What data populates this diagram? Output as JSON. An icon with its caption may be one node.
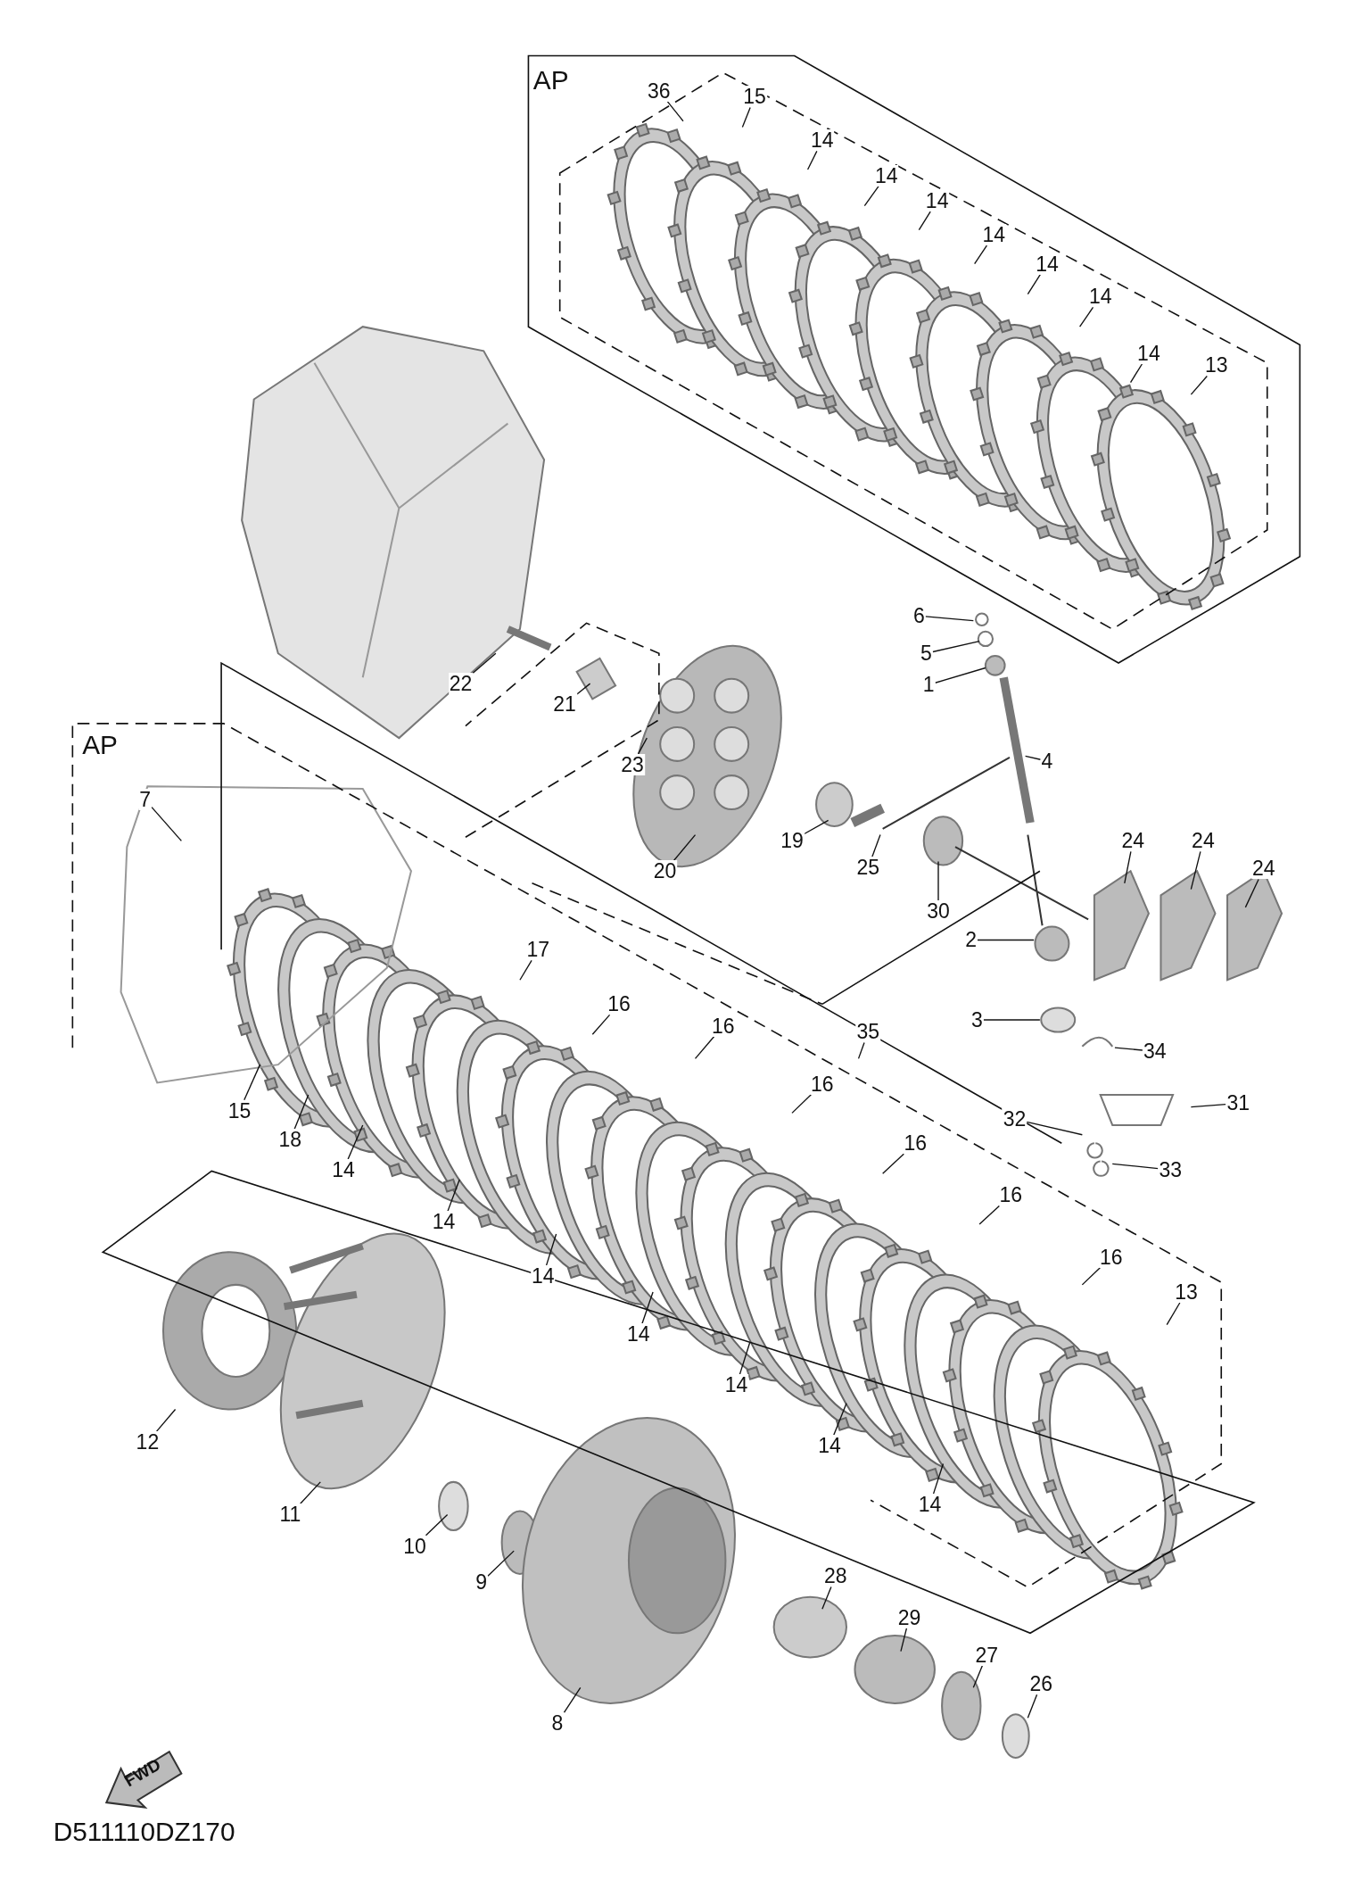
{
  "diagram": {
    "nodes": [
      {
        "text": [
          "36"
        ]
      },
      {
        "text": [
          "15"
        ]
      },
      {
        "text": [
          "14"
        ]
      },
      {
        "text": [
          "14"
        ]
      },
      {
        "text": [
          "14"
        ]
      },
      {
        "text": [
          "14"
        ]
      },
      {
        "text": [
          "14"
        ]
      },
      {
        "text": [
          "14"
        ]
      },
      {
        "text": [
          "14"
        ]
      },
      {
        "text": [
          "13"
        ]
      },
      {
        "text": [
          "6"
        ]
      },
      {
        "text": [
          "5"
        ]
      },
      {
        "text": [
          "1"
        ]
      },
      {
        "text": [
          "22"
        ]
      },
      {
        "text": [
          "21"
        ]
      },
      {
        "text": [
          "23"
        ]
      },
      {
        "text": [
          "4"
        ]
      },
      {
        "text": [
          "7"
        ]
      },
      {
        "text": [
          "20"
        ]
      },
      {
        "text": [
          "19"
        ]
      },
      {
        "text": [
          "25"
        ]
      },
      {
        "text": [
          "30"
        ]
      },
      {
        "text": [
          "24"
        ]
      },
      {
        "text": [
          "24"
        ]
      },
      {
        "text": [
          "24"
        ]
      },
      {
        "text": [
          "17"
        ]
      },
      {
        "text": [
          "2"
        ]
      },
      {
        "text": [
          "16"
        ]
      },
      {
        "text": [
          "16"
        ]
      },
      {
        "text": [
          "3"
        ]
      },
      {
        "text": [
          "35"
        ]
      },
      {
        "text": [
          "34"
        ]
      },
      {
        "text": [
          "16"
        ]
      },
      {
        "text": [
          "15"
        ]
      },
      {
        "text": [
          "31"
        ]
      },
      {
        "text": [
          "18"
        ]
      },
      {
        "text": [
          "32"
        ]
      },
      {
        "text": [
          "14"
        ]
      },
      {
        "text": [
          "16"
        ]
      },
      {
        "text": [
          "33"
        ]
      },
      {
        "text": [
          "14"
        ]
      },
      {
        "text": [
          "16"
        ]
      },
      {
        "text": [
          "14"
        ]
      },
      {
        "text": [
          "16"
        ]
      },
      {
        "text": [
          "13"
        ]
      },
      {
        "text": [
          "14"
        ]
      },
      {
        "text": [
          "14"
        ]
      },
      {
        "text": [
          "12"
        ]
      },
      {
        "text": [
          "14"
        ]
      },
      {
        "text": [
          "14"
        ]
      },
      {
        "text": [
          "11"
        ]
      },
      {
        "text": [
          "10"
        ]
      },
      {
        "text": [
          "28"
        ]
      },
      {
        "text": [
          "9"
        ]
      },
      {
        "text": [
          "29"
        ]
      },
      {
        "text": [
          "27"
        ]
      },
      {
        "text": [
          "26"
        ]
      },
      {
        "text": [
          "8"
        ]
      }
    ],
    "edges": [
      {
        "from": 0,
        "to": null,
        "arrow": "none"
      },
      {
        "from": 1,
        "to": null,
        "arrow": "none"
      },
      {
        "from": 2,
        "to": null,
        "arrow": "none"
      },
      {
        "from": 3,
        "to": null,
        "arrow": "none"
      },
      {
        "from": 4,
        "to": null,
        "arrow": "none"
      },
      {
        "from": 5,
        "to": null,
        "arrow": "none"
      },
      {
        "from": 6,
        "to": null,
        "arrow": "none"
      },
      {
        "from": 7,
        "to": null,
        "arrow": "none"
      },
      {
        "from": 8,
        "to": null,
        "arrow": "none"
      },
      {
        "from": 9,
        "to": null,
        "arrow": "none"
      },
      {
        "from": 10,
        "to": null,
        "arrow": "none"
      },
      {
        "from": 11,
        "to": null,
        "arrow": "none"
      },
      {
        "from": 12,
        "to": null,
        "arrow": "none"
      },
      {
        "from": 13,
        "to": null,
        "arrow": "none"
      },
      {
        "from": 14,
        "to": null,
        "arrow": "none"
      },
      {
        "from": 15,
        "to": null,
        "arrow": "none"
      },
      {
        "from": 16,
        "to": null,
        "arrow": "none"
      },
      {
        "from": 17,
        "to": null,
        "arrow": "none"
      },
      {
        "from": 18,
        "to": null,
        "arrow": "none"
      },
      {
        "from": 19,
        "to": null,
        "arrow": "none"
      },
      {
        "from": 20,
        "to": null,
        "arrow": "none"
      },
      {
        "from": 21,
        "to": null,
        "arrow": "none"
      },
      {
        "from": 22,
        "to": null,
        "arrow": "none"
      },
      {
        "from": 23,
        "to": null,
        "arrow": "none"
      },
      {
        "from": 24,
        "to": null,
        "arrow": "none"
      },
      {
        "from": 25,
        "to": null,
        "arrow": "none"
      },
      {
        "from": 26,
        "to": null,
        "arrow": "none"
      },
      {
        "from": 27,
        "to": null,
        "arrow": "none"
      },
      {
        "from": 28,
        "to": null,
        "arrow": "none"
      },
      {
        "from": 29,
        "to": null,
        "arrow": "none"
      },
      {
        "from": 30,
        "to": null,
        "arrow": "none"
      },
      {
        "from": 31,
        "to": null,
        "arrow": "none"
      },
      {
        "from": 32,
        "to": null,
        "arrow": "none"
      },
      {
        "from": 33,
        "to": null,
        "arrow": "none"
      },
      {
        "from": 34,
        "to": null,
        "arrow": "none"
      },
      {
        "from": 35,
        "to": null,
        "arrow": "none"
      },
      {
        "from": 36,
        "to": null,
        "arrow": "none"
      },
      {
        "from": 37,
        "to": null,
        "arrow": "none"
      },
      {
        "from": 38,
        "to": null,
        "arrow": "none"
      },
      {
        "from": 39,
        "to": null,
        "arrow": "none"
      },
      {
        "from": 40,
        "to": null,
        "arrow": "none"
      },
      {
        "from": 41,
        "to": null,
        "arrow": "none"
      },
      {
        "from": 42,
        "to": null,
        "arrow": "none"
      },
      {
        "from": 43,
        "to": null,
        "arrow": "none"
      },
      {
        "from": 44,
        "to": null,
        "arrow": "none"
      },
      {
        "from": 45,
        "to": null,
        "arrow": "none"
      },
      {
        "from": 46,
        "to": null,
        "arrow": "none"
      },
      {
        "from": 47,
        "to": null,
        "arrow": "none"
      },
      {
        "from": 48,
        "to": null,
        "arrow": "none"
      },
      {
        "from": 49,
        "to": null,
        "arrow": "none"
      },
      {
        "from": 50,
        "to": null,
        "arrow": "none"
      },
      {
        "from": 51,
        "to": null,
        "arrow": "none"
      },
      {
        "from": 52,
        "to": null,
        "arrow": "none"
      },
      {
        "from": 53,
        "to": null,
        "arrow": "none"
      },
      {
        "from": 54,
        "to": null,
        "arrow": "none"
      },
      {
        "from": 55,
        "to": null,
        "arrow": "none"
      },
      {
        "from": 56,
        "to": null,
        "arrow": "none"
      },
      {
        "from": 57,
        "to": null,
        "arrow": "none"
      }
    ],
    "labels": [
      "AP",
      "AP",
      "FWD",
      "D511110DZ170"
    ]
  }
}
